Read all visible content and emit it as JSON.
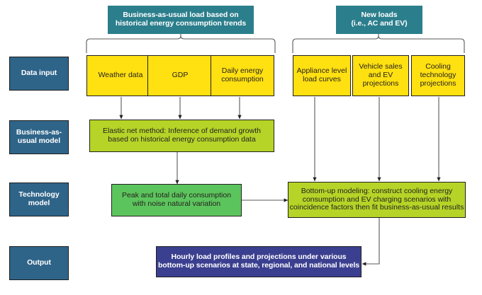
{
  "figure": {
    "type": "flowchart",
    "title": "Load projection modeling framework"
  },
  "headers": [
    {
      "id": "bau-header",
      "label": "Business-as-usual load based on\nhistorical energy consumption trends",
      "color": "#2b7e8c"
    },
    {
      "id": "new-loads-header",
      "label": "New loads\n(i.e., AC and EV)",
      "color": "#2b7e8c"
    }
  ],
  "stages": [
    {
      "id": "data-input",
      "label": "Data input",
      "color": "#2f6489"
    },
    {
      "id": "bau-model",
      "label": "Business-as-\nusual model",
      "color": "#2f6489"
    },
    {
      "id": "technology-model",
      "label": "Technology\nmodel",
      "color": "#2f6489"
    },
    {
      "id": "output",
      "label": "Output",
      "color": "#2f6489"
    }
  ],
  "data_inputs": {
    "bau": [
      {
        "id": "weather-data",
        "label": "Weather data",
        "color": "#ffe011"
      },
      {
        "id": "gdp",
        "label": "GDP",
        "color": "#ffe011"
      },
      {
        "id": "daily-energy-consumption",
        "label": "Daily energy\nconsumption",
        "color": "#ffe011"
      }
    ],
    "new_loads": [
      {
        "id": "appliance-level-load-curves",
        "label": "Appliance level\nload curves",
        "color": "#ffe011"
      },
      {
        "id": "vehicle-sales-ev-projections",
        "label": "Vehicle sales\nand EV\nprojections",
        "color": "#ffe011"
      },
      {
        "id": "cooling-technology-projections",
        "label": "Cooling\ntechnology\nprojections",
        "color": "#ffe011"
      }
    ]
  },
  "process_boxes": [
    {
      "id": "elastic-net-method",
      "label": "Elastic net method: Inference of demand growth\nbased on historical energy consumption data",
      "color": "#b5d427"
    },
    {
      "id": "peak-total-daily-consumption",
      "label": "Peak and total daily consumption\nwith noise natural variation",
      "color": "#5cc45c"
    },
    {
      "id": "bottom-up-modeling",
      "label": "Bottom-up modeling: construct cooling energy\nconsumption and EV charging scenarios with\ncoincidence factors then fit business-as-usual results",
      "color": "#b5d427"
    }
  ],
  "output_box": {
    "id": "hourly-load-profiles",
    "label": "Hourly load profiles and projections under various\nbottom-up scenarios at state, regional, and national levels",
    "color": "#3b3f8f"
  },
  "connector_color": "#58595b"
}
